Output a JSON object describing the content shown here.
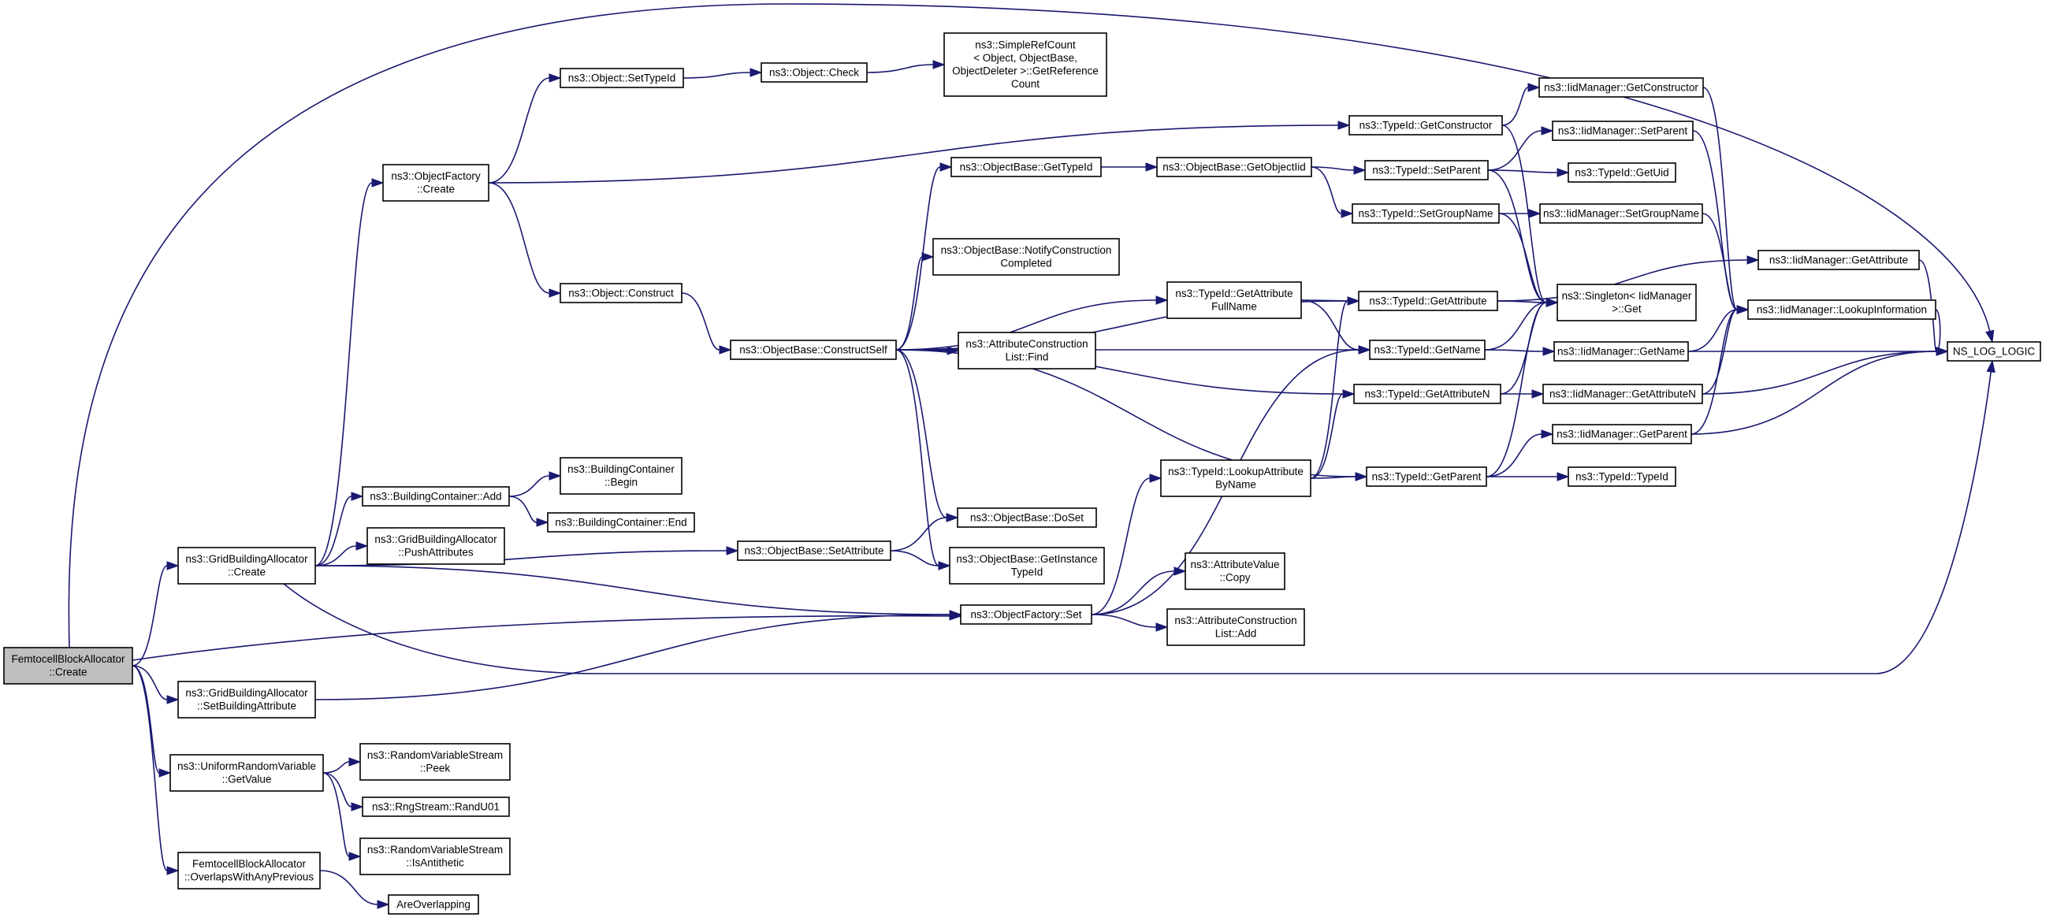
{
  "graph": {
    "nodes": [
      {
        "id": "root",
        "lines": [
          "FemtocellBlockAllocator",
          "::Create"
        ],
        "root": true
      },
      {
        "id": "gridCreate",
        "lines": [
          "ns3::GridBuildingAllocator",
          "::Create"
        ]
      },
      {
        "id": "gridSetBA",
        "lines": [
          "ns3::GridBuildingAllocator",
          "::SetBuildingAttribute"
        ]
      },
      {
        "id": "urvGetValue",
        "lines": [
          "ns3::UniformRandomVariable",
          "::GetValue"
        ]
      },
      {
        "id": "overlaps",
        "lines": [
          "FemtocellBlockAllocator",
          "::OverlapsWithAnyPrevious"
        ]
      },
      {
        "id": "ofCreate",
        "lines": [
          "ns3::ObjectFactory",
          "::Create"
        ]
      },
      {
        "id": "bcAdd",
        "lines": [
          "ns3::BuildingContainer::Add"
        ]
      },
      {
        "id": "gridPush",
        "lines": [
          "ns3::GridBuildingAllocator",
          "::PushAttributes"
        ]
      },
      {
        "id": "rvsPeek",
        "lines": [
          "ns3::RandomVariableStream",
          "::Peek"
        ]
      },
      {
        "id": "rngRand",
        "lines": [
          "ns3::RngStream::RandU01"
        ]
      },
      {
        "id": "rvsAnti",
        "lines": [
          "ns3::RandomVariableStream",
          "::IsAntithetic"
        ]
      },
      {
        "id": "areOver",
        "lines": [
          "AreOverlapping"
        ]
      },
      {
        "id": "objSetTid",
        "lines": [
          "ns3::Object::SetTypeId"
        ]
      },
      {
        "id": "objConstruct",
        "lines": [
          "ns3::Object::Construct"
        ]
      },
      {
        "id": "bcBegin",
        "lines": [
          "ns3::BuildingContainer",
          "::Begin"
        ]
      },
      {
        "id": "bcEnd",
        "lines": [
          "ns3::BuildingContainer::End"
        ]
      },
      {
        "id": "objCheck",
        "lines": [
          "ns3::Object::Check"
        ]
      },
      {
        "id": "srcGetRef",
        "lines": [
          "ns3::SimpleRefCount",
          "< Object, ObjectBase,",
          "ObjectDeleter >::GetReference",
          "Count"
        ]
      },
      {
        "id": "obConstructSelf",
        "lines": [
          "ns3::ObjectBase::ConstructSelf"
        ]
      },
      {
        "id": "obSetAttr",
        "lines": [
          "ns3::ObjectBase::SetAttribute"
        ]
      },
      {
        "id": "obGetTid",
        "lines": [
          "ns3::ObjectBase::GetTypeId"
        ]
      },
      {
        "id": "obNotify",
        "lines": [
          "ns3::ObjectBase::NotifyConstruction",
          "Completed"
        ]
      },
      {
        "id": "aclFind",
        "lines": [
          "ns3::AttributeConstruction",
          "List::Find"
        ]
      },
      {
        "id": "obDoSet",
        "lines": [
          "ns3::ObjectBase::DoSet"
        ]
      },
      {
        "id": "obGetInst",
        "lines": [
          "ns3::ObjectBase::GetInstance",
          "TypeId"
        ]
      },
      {
        "id": "ofSet",
        "lines": [
          "ns3::ObjectFactory::Set"
        ]
      },
      {
        "id": "obGetObjTid",
        "lines": [
          "ns3::ObjectBase::GetObjectIid"
        ]
      },
      {
        "id": "tidGetAttrFull",
        "lines": [
          "ns3::TypeId::GetAttribute",
          "FullName"
        ]
      },
      {
        "id": "tidLookupAttr",
        "lines": [
          "ns3::TypeId::LookupAttribute",
          "ByName"
        ]
      },
      {
        "id": "avCopy",
        "lines": [
          "ns3::AttributeValue",
          "::Copy"
        ]
      },
      {
        "id": "aclAdd",
        "lines": [
          "ns3::AttributeConstruction",
          "List::Add"
        ]
      },
      {
        "id": "tidGetCtor",
        "lines": [
          "ns3::TypeId::GetConstructor"
        ]
      },
      {
        "id": "tidSetParent",
        "lines": [
          "ns3::TypeId::SetParent"
        ]
      },
      {
        "id": "tidSetGroup",
        "lines": [
          "ns3::TypeId::SetGroupName"
        ]
      },
      {
        "id": "tidGetAttr",
        "lines": [
          "ns3::TypeId::GetAttribute"
        ]
      },
      {
        "id": "tidGetName",
        "lines": [
          "ns3::TypeId::GetName"
        ]
      },
      {
        "id": "tidGetAttrN",
        "lines": [
          "ns3::TypeId::GetAttributeN"
        ]
      },
      {
        "id": "tidGetParent",
        "lines": [
          "ns3::TypeId::GetParent"
        ]
      },
      {
        "id": "iidGetCtor",
        "lines": [
          "ns3::IidManager::GetConstructor"
        ]
      },
      {
        "id": "iidSetParent",
        "lines": [
          "ns3::IidManager::SetParent"
        ]
      },
      {
        "id": "tidGetUid",
        "lines": [
          "ns3::TypeId::GetUid"
        ]
      },
      {
        "id": "iidSetGroup",
        "lines": [
          "ns3::IidManager::SetGroupName"
        ]
      },
      {
        "id": "singletonGet",
        "lines": [
          "ns3::Singleton< IidManager",
          ">::Get"
        ]
      },
      {
        "id": "iidGetName",
        "lines": [
          "ns3::IidManager::GetName"
        ]
      },
      {
        "id": "iidGetAttrN",
        "lines": [
          "ns3::IidManager::GetAttributeN"
        ]
      },
      {
        "id": "iidGetParent",
        "lines": [
          "ns3::IidManager::GetParent"
        ]
      },
      {
        "id": "tidTypeId",
        "lines": [
          "ns3::TypeId::TypeId"
        ]
      },
      {
        "id": "iidGetAttr",
        "lines": [
          "ns3::IidManager::GetAttribute"
        ]
      },
      {
        "id": "iidLookup",
        "lines": [
          "ns3::IidManager::LookupInformation"
        ]
      },
      {
        "id": "nsLog",
        "lines": [
          "NS_LOG_LOGIC"
        ]
      }
    ]
  }
}
